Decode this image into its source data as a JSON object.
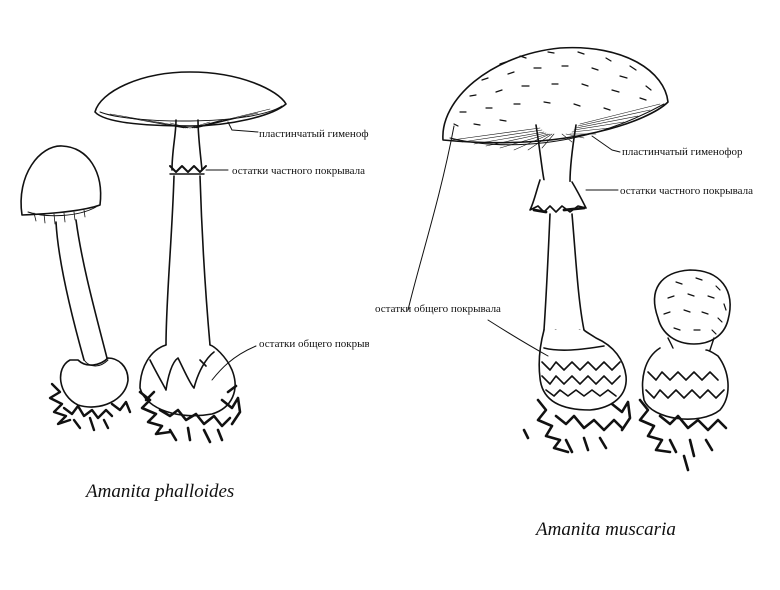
{
  "labels": {
    "phalloides_gills": "пластинчатый гименофор",
    "phalloides_ring": "остатки частного покрывала",
    "phalloides_volva": "остатки общего покрывала",
    "muscaria_gills": "пластинчатый гименофор",
    "muscaria_ring": "остатки частного покрывала",
    "muscaria_volva": "остатки общего покрывала"
  },
  "species": {
    "phalloides": "Amanita phalloides",
    "muscaria": "Amanita muscaria"
  }
}
